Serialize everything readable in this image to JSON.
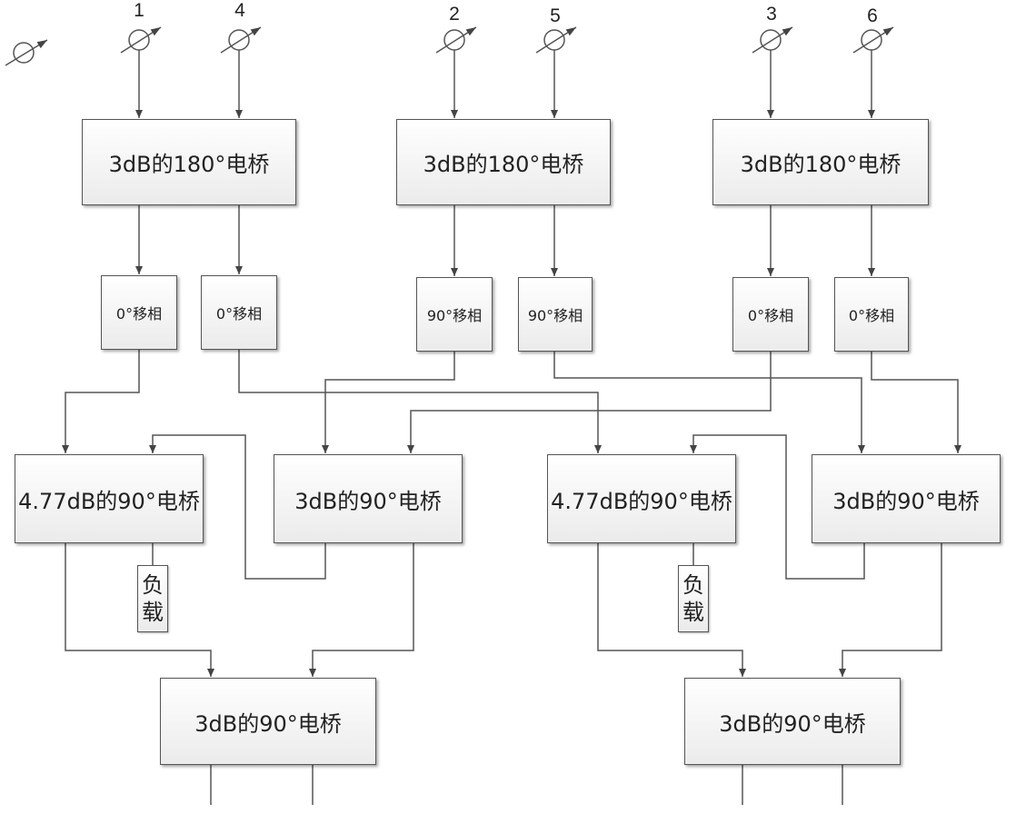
{
  "ports": [
    "1",
    "4",
    "2",
    "5",
    "3",
    "6"
  ],
  "bridge_180": [
    "3dB的180°电桥",
    "3dB的180°电桥",
    "3dB的180°电桥"
  ],
  "phase_shifters": [
    "0°移相",
    "0°移相",
    "90°移相",
    "90°移相",
    "0°移相",
    "0°移相"
  ],
  "bridge_90_row": [
    "4.77dB的90°电桥",
    "3dB的90°电桥",
    "4.77dB的90°电桥",
    "3dB的90°电桥"
  ],
  "load_labels": [
    "负\n载",
    "负\n载"
  ],
  "bridge_90_bottom": [
    "3dB的90°电桥",
    "3dB的90°电桥"
  ],
  "icons": [
    "variable-attenuator-icon"
  ]
}
